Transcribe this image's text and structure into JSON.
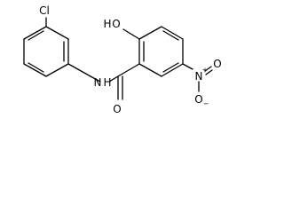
{
  "molecule": {
    "atoms": {
      "chlorine": "Cl",
      "amide_nitrogen": "N",
      "amide_hydrogen": "H",
      "phenol_oxygen": "O",
      "phenol_hydrogen": "H",
      "carbonyl_oxygen": "O",
      "nitro_nitrogen": "N",
      "nitro_nitrogen_charge": "+",
      "nitro_oxygen_double": "O",
      "nitro_oxygen_single": "O",
      "nitro_oxygen_charge": "−"
    }
  }
}
